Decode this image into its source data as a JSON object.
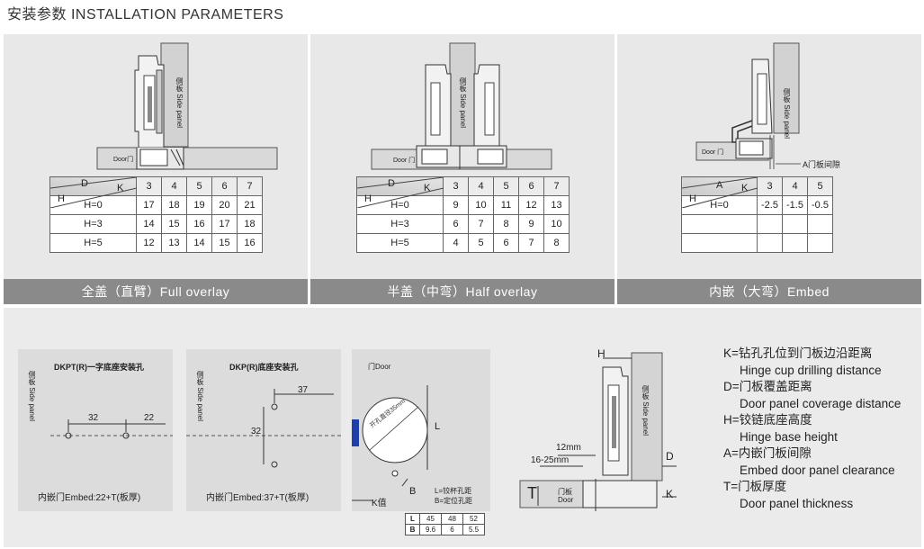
{
  "title": "安装参数  INSTALLATION PARAMETERS",
  "panels": [
    {
      "caption": "全盖（直臂）Full overlay",
      "side_label": "侧板 Side panel",
      "door_label": "Door门",
      "table": {
        "head_top": "D",
        "head_right": "K",
        "head_left": "H",
        "cols": [
          "3",
          "4",
          "5",
          "6",
          "7"
        ],
        "rows": [
          {
            "h": "H=0",
            "v": [
              "17",
              "18",
              "19",
              "20",
              "21"
            ]
          },
          {
            "h": "H=3",
            "v": [
              "14",
              "15",
              "16",
              "17",
              "18"
            ]
          },
          {
            "h": "H=5",
            "v": [
              "12",
              "13",
              "14",
              "15",
              "16"
            ]
          }
        ]
      }
    },
    {
      "caption": "半盖（中弯）Half overlay",
      "side_label": "侧板 Side panel",
      "door_label": "Door 门",
      "table": {
        "head_top": "D",
        "head_right": "K",
        "head_left": "H",
        "cols": [
          "3",
          "4",
          "5",
          "6",
          "7"
        ],
        "rows": [
          {
            "h": "H=0",
            "v": [
              "9",
              "10",
              "11",
              "12",
              "13"
            ]
          },
          {
            "h": "H=3",
            "v": [
              "6",
              "7",
              "8",
              "9",
              "10"
            ]
          },
          {
            "h": "H=5",
            "v": [
              "4",
              "5",
              "6",
              "7",
              "8"
            ]
          }
        ]
      }
    },
    {
      "caption": "内嵌（大弯）Embed",
      "side_label": "侧板 Side panel",
      "door_label": "Door 门",
      "gap_label": "A门板间隙",
      "table": {
        "head_top": "A",
        "head_right": "K",
        "head_left": "H",
        "cols": [
          "3",
          "4",
          "5"
        ],
        "rows": [
          {
            "h": "H=0",
            "v": [
              "-2.5",
              "-1.5",
              "-0.5"
            ]
          },
          {
            "h": "",
            "v": [
              "",
              "",
              ""
            ]
          },
          {
            "h": "",
            "v": [
              "",
              "",
              ""
            ]
          }
        ]
      }
    }
  ],
  "bottom": {
    "box1": {
      "title": "DKPT(R)一字底座安装孔",
      "side": "侧板 Side panel",
      "d1": "32",
      "d2": "22",
      "note": "内嵌门Embed:22+T(板厚)"
    },
    "box2": {
      "title": "DKP(R)底座安装孔",
      "side": "侧板 Side panel",
      "d1": "37",
      "d2": "32",
      "note": "内嵌门Embed:37+T(板厚)"
    },
    "box3": {
      "title": "门Door",
      "hole": "开孔直径35mm",
      "L": "L",
      "B": "B",
      "K": "K值",
      "note1": "L=铰杯孔距",
      "note2": "B=定位孔距"
    },
    "lb_table": {
      "rows": [
        {
          "k": "L",
          "v": [
            "45",
            "48",
            "52"
          ]
        },
        {
          "k": "B",
          "v": [
            "9.6",
            "6",
            "5.5"
          ]
        }
      ]
    },
    "diagram": {
      "H": "H",
      "D": "D",
      "K": "K",
      "T": "T",
      "m12": "12mm",
      "m1625": "16-25mm",
      "side": "侧板 Side panel",
      "door": "门板 Door"
    },
    "legend": [
      {
        "cn": "K=钻孔孔位到门板边沿距离",
        "en": "Hinge cup drilling distance"
      },
      {
        "cn": "D=门板覆盖距离",
        "en": "Door panel coverage distance"
      },
      {
        "cn": "H=铰链底座高度",
        "en": "Hinge base height"
      },
      {
        "cn": "A=内嵌门板间隙",
        "en": "Embed door panel clearance"
      },
      {
        "cn": "T=门板厚度",
        "en": "Door panel thickness"
      }
    ]
  }
}
